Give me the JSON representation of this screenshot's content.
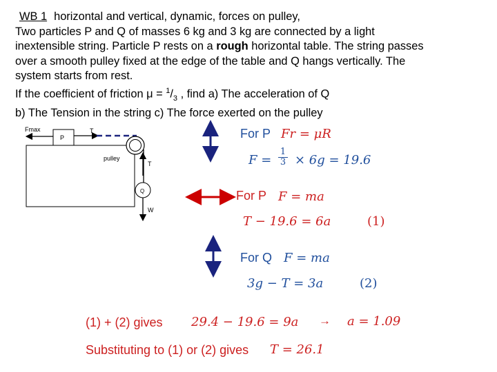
{
  "problem": {
    "wb_label": "WB 1",
    "heading_text": "horizontal and vertical, dynamic, forces on pulley,",
    "line2": "Two particles P and Q of masses 6 kg and 3 kg are connected by a light",
    "line3_before": "inextensible string. Particle P rests on a ",
    "line3_bold": "rough",
    "line3_after": " horizontal table. The string passes",
    "line4": "over a smooth pulley fixed at the edge of the table and Q hangs vertically. The",
    "line5": "system starts from rest.",
    "line6_start": "If the coefficient of friction μ = ",
    "line6_sup": "1",
    "line6_slash": "/",
    "line6_sub": "3",
    "line6_end": " , find a) The acceleration of Q",
    "line7": "b) The Tension in the string c) The force exerted on the pulley"
  },
  "diagram": {
    "fmax": "Fmax",
    "p": "P",
    "t_top": "T",
    "pulley": "pulley",
    "t_side": "T",
    "q": "Q",
    "w": "W"
  },
  "working": {
    "forp1_label": "For P",
    "forp1_eq": "Fr = μR",
    "f_lhs": "F = ",
    "f_num": "1",
    "f_den": "3",
    "f_rhs": "× 6g = 19.6",
    "forp2_label": "For P",
    "forp2_eq": "F = ma",
    "eq1": "T − 19.6 = 6a",
    "eq1_num": "(1)",
    "forq_label": "For Q",
    "forq_eq": "F = ma",
    "eq2": "3g − T = 3a",
    "eq2_num": "(2)",
    "gives_label": "(1) + (2)  gives",
    "gives_eq": "29.4  − 19.6 = 9a",
    "arrow": "→",
    "a_result": "a = 1.09",
    "subst_label": "Substituting to (1) or (2) gives",
    "subst_eq": "T  = 26.1"
  },
  "colors": {
    "blue_text": "#1f4e9c",
    "red_text": "#cc1f1f",
    "navy_arrow": "#1a237e",
    "red_arrow": "#cc0000",
    "string_dash": "#1a237e"
  }
}
